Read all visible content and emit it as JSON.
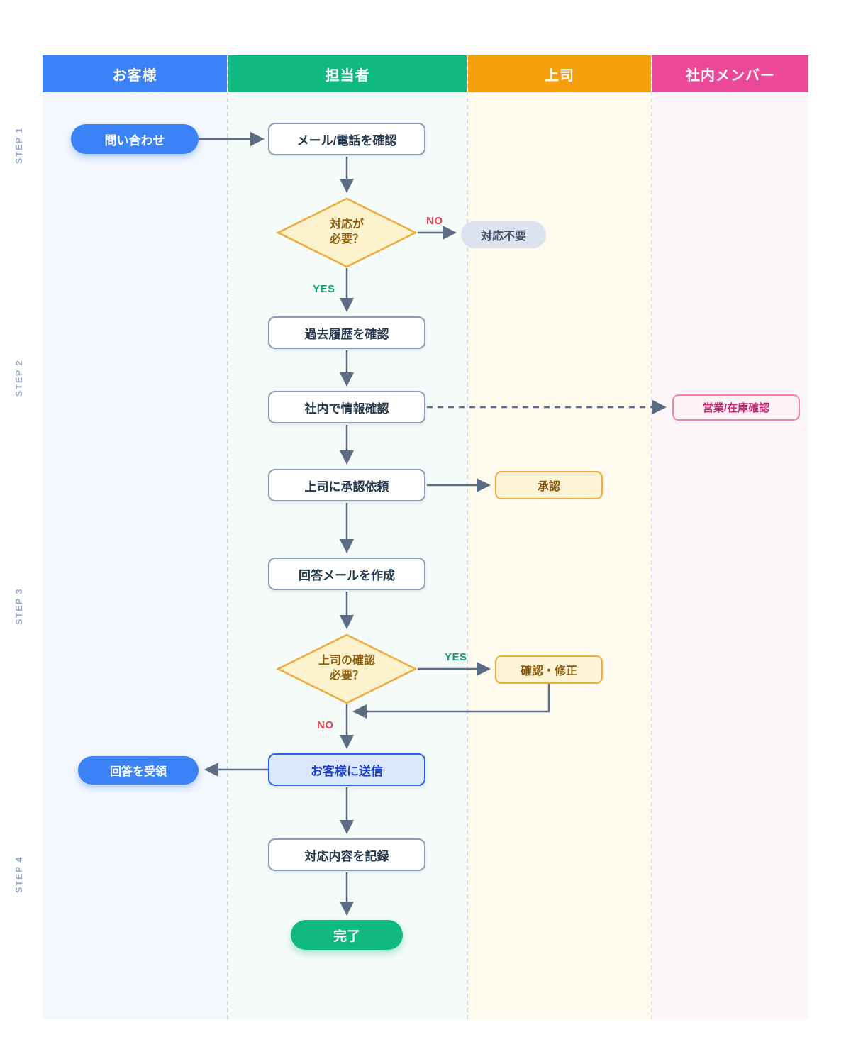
{
  "diagram": {
    "title": "customer-support-swimlane-flowchart",
    "lanes": [
      {
        "label": "お客様",
        "header_color": "#3B82F6",
        "body_color": "#F4F8FE"
      },
      {
        "label": "担当者",
        "header_color": "#10B981",
        "body_color": "#F5FBF8"
      },
      {
        "label": "上司",
        "header_color": "#F59E0B",
        "body_color": "#FEFAED"
      },
      {
        "label": "社内メンバー",
        "header_color": "#EC4899",
        "body_color": "#FDF7FA"
      }
    ],
    "step_labels": [
      "STEP 1",
      "STEP 2",
      "STEP 3",
      "STEP 4"
    ],
    "nodes": {
      "inquiry": {
        "label": "問い合わせ",
        "type": "start",
        "lane": "お客様"
      },
      "check_contact": {
        "label": "メール/電話を確認",
        "type": "process",
        "lane": "担当者"
      },
      "need_response": {
        "label": "対応が\n必要？",
        "type": "decision",
        "lane": "担当者"
      },
      "no_response_needed": {
        "label": "対応不要",
        "type": "terminator",
        "lane": "上司"
      },
      "check_history": {
        "label": "過去履歴を確認",
        "type": "process",
        "lane": "担当者"
      },
      "check_internal_info": {
        "label": "社内で情報確認",
        "type": "process",
        "lane": "担当者"
      },
      "sales_stock_check": {
        "label": "営業/在庫確認",
        "type": "process",
        "lane": "社内メンバー"
      },
      "request_approval": {
        "label": "上司に承認依頼",
        "type": "process",
        "lane": "担当者"
      },
      "approve": {
        "label": "承認",
        "type": "process",
        "lane": "上司"
      },
      "draft_reply": {
        "label": "回答メールを作成",
        "type": "process",
        "lane": "担当者"
      },
      "need_review": {
        "label": "上司の確認\n必要？",
        "type": "decision",
        "lane": "担当者"
      },
      "review_fix": {
        "label": "確認・修正",
        "type": "process",
        "lane": "上司"
      },
      "send_to_customer": {
        "label": "お客様に送信",
        "type": "process",
        "lane": "担当者"
      },
      "receive_reply": {
        "label": "回答を受領",
        "type": "terminator",
        "lane": "お客様"
      },
      "record_response": {
        "label": "対応内容を記録",
        "type": "process",
        "lane": "担当者"
      },
      "done": {
        "label": "完了",
        "type": "end",
        "lane": "担当者"
      }
    },
    "edge_labels": {
      "no1": "NO",
      "yes1": "YES",
      "yes2": "YES",
      "no2": "NO"
    },
    "colors": {
      "yes_label": "#0EA36E",
      "no_label": "#E8404F",
      "connector": "#5C6C85",
      "process_border": "#8C9CB4",
      "process_text": "#26394F",
      "decision_fill": "#FCF2CE",
      "decision_border": "#F2A93B",
      "decision_text": "#8C5E10",
      "step_label": "#94A7C4"
    }
  }
}
